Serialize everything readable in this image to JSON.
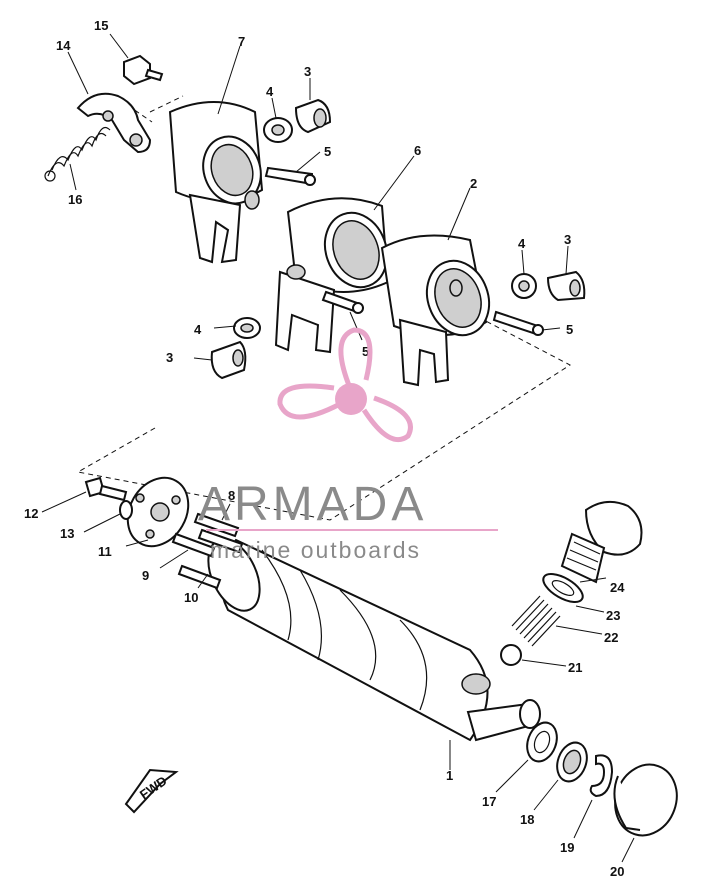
{
  "diagram": {
    "parts": [
      {
        "number": "1"
      },
      {
        "number": "2"
      },
      {
        "number": "3"
      },
      {
        "number": "3"
      },
      {
        "number": "3"
      },
      {
        "number": "4"
      },
      {
        "number": "4"
      },
      {
        "number": "4"
      },
      {
        "number": "5"
      },
      {
        "number": "5"
      },
      {
        "number": "5"
      },
      {
        "number": "6"
      },
      {
        "number": "7"
      },
      {
        "number": "8"
      },
      {
        "number": "9"
      },
      {
        "number": "10"
      },
      {
        "number": "11"
      },
      {
        "number": "12"
      },
      {
        "number": "13"
      },
      {
        "number": "14"
      },
      {
        "number": "15"
      },
      {
        "number": "16"
      },
      {
        "number": "17"
      },
      {
        "number": "18"
      },
      {
        "number": "19"
      },
      {
        "number": "20"
      },
      {
        "number": "21"
      },
      {
        "number": "22"
      },
      {
        "number": "23"
      },
      {
        "number": "24"
      }
    ],
    "direction_marker": "FWD"
  },
  "watermark": {
    "brand": "ARMADA",
    "tagline": "marine outboards",
    "colors": {
      "logo": "#e8a5c9",
      "text": "#8a8a8a"
    }
  }
}
